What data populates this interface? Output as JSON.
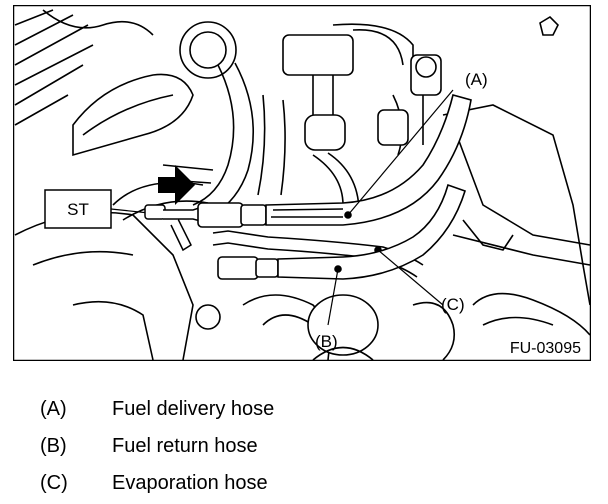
{
  "figure": {
    "code": "FU-03095",
    "tool_label": "ST",
    "callouts": {
      "a": "(A)",
      "b": "(B)",
      "c": "(C)"
    }
  },
  "legend": [
    {
      "letter": "(A)",
      "text": "Fuel delivery hose"
    },
    {
      "letter": "(B)",
      "text": "Fuel return hose"
    },
    {
      "letter": "(C)",
      "text": "Evaporation hose"
    }
  ]
}
